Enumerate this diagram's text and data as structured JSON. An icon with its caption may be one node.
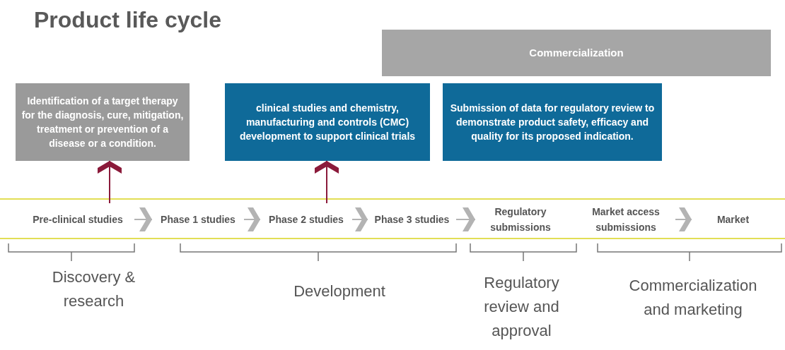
{
  "diagram": {
    "title": "Product life cycle",
    "nodes": [
      {
        "text": [
          "Commercialization"
        ]
      },
      {
        "text": [
          "Identification of a target therapy for the diagnosis, cure, mitigation, treatment or prevention of a disease or a condition."
        ]
      },
      {
        "text": [
          "clinical studies and chemistry, manufacturing and controls (CMC) development to support clinical trials"
        ]
      },
      {
        "text": [
          "Submission of data for regulatory review to demonstrate product safety, efficacy and quality for its proposed indication."
        ]
      },
      {
        "text": [
          "Pre-clinical studies"
        ]
      },
      {
        "text": [
          "Phase 1 studies"
        ]
      },
      {
        "text": [
          "Phase 2 studies"
        ]
      },
      {
        "text": [
          "Phase 3 studies"
        ]
      },
      {
        "text": [
          "Regulatory submissions"
        ]
      },
      {
        "text": [
          "Market access submissions"
        ]
      },
      {
        "text": [
          "Market"
        ]
      }
    ],
    "edges": [
      {
        "from": 4,
        "to": 5,
        "arrow": "to"
      },
      {
        "from": 5,
        "to": 6,
        "arrow": "to"
      },
      {
        "from": 6,
        "to": 7,
        "arrow": "to"
      },
      {
        "from": 7,
        "to": 8,
        "arrow": "to"
      },
      {
        "from": 9,
        "to": 10,
        "arrow": "to"
      },
      {
        "from": 4,
        "to": 1,
        "arrow": "to",
        "color": "#8b1a3a"
      },
      {
        "from": 6,
        "to": 2,
        "arrow": "to",
        "color": "#8b1a3a"
      }
    ],
    "labels": [
      "Discovery & research",
      "Development",
      "Regulatory review and approval",
      "Commercialization and marketing"
    ]
  }
}
